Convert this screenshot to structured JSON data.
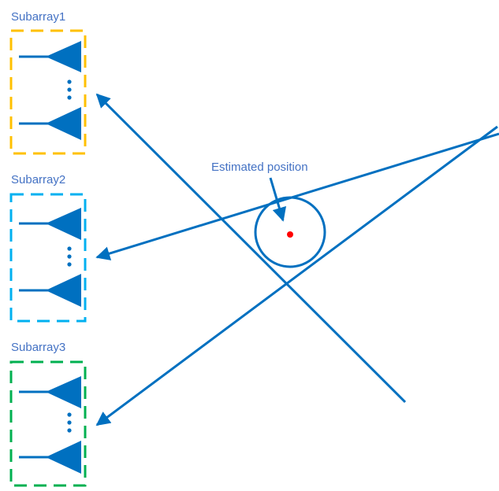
{
  "colors": {
    "primary": "#0070C0",
    "subarray1_border": "#FFC000",
    "subarray2_border": "#00B0F0",
    "subarray3_border": "#00B050",
    "label_text": "#4472C4",
    "estimated_point": "#FF0000",
    "background": "#FFFFFF"
  },
  "subarrays": [
    {
      "label": "Subarray1"
    },
    {
      "label": "Subarray2"
    },
    {
      "label": "Subarray3"
    }
  ],
  "estimate": {
    "label": "Estimated position"
  },
  "icons": [
    "antenna-icon",
    "vertical-ellipsis-icon",
    "arrowhead-icon"
  ]
}
